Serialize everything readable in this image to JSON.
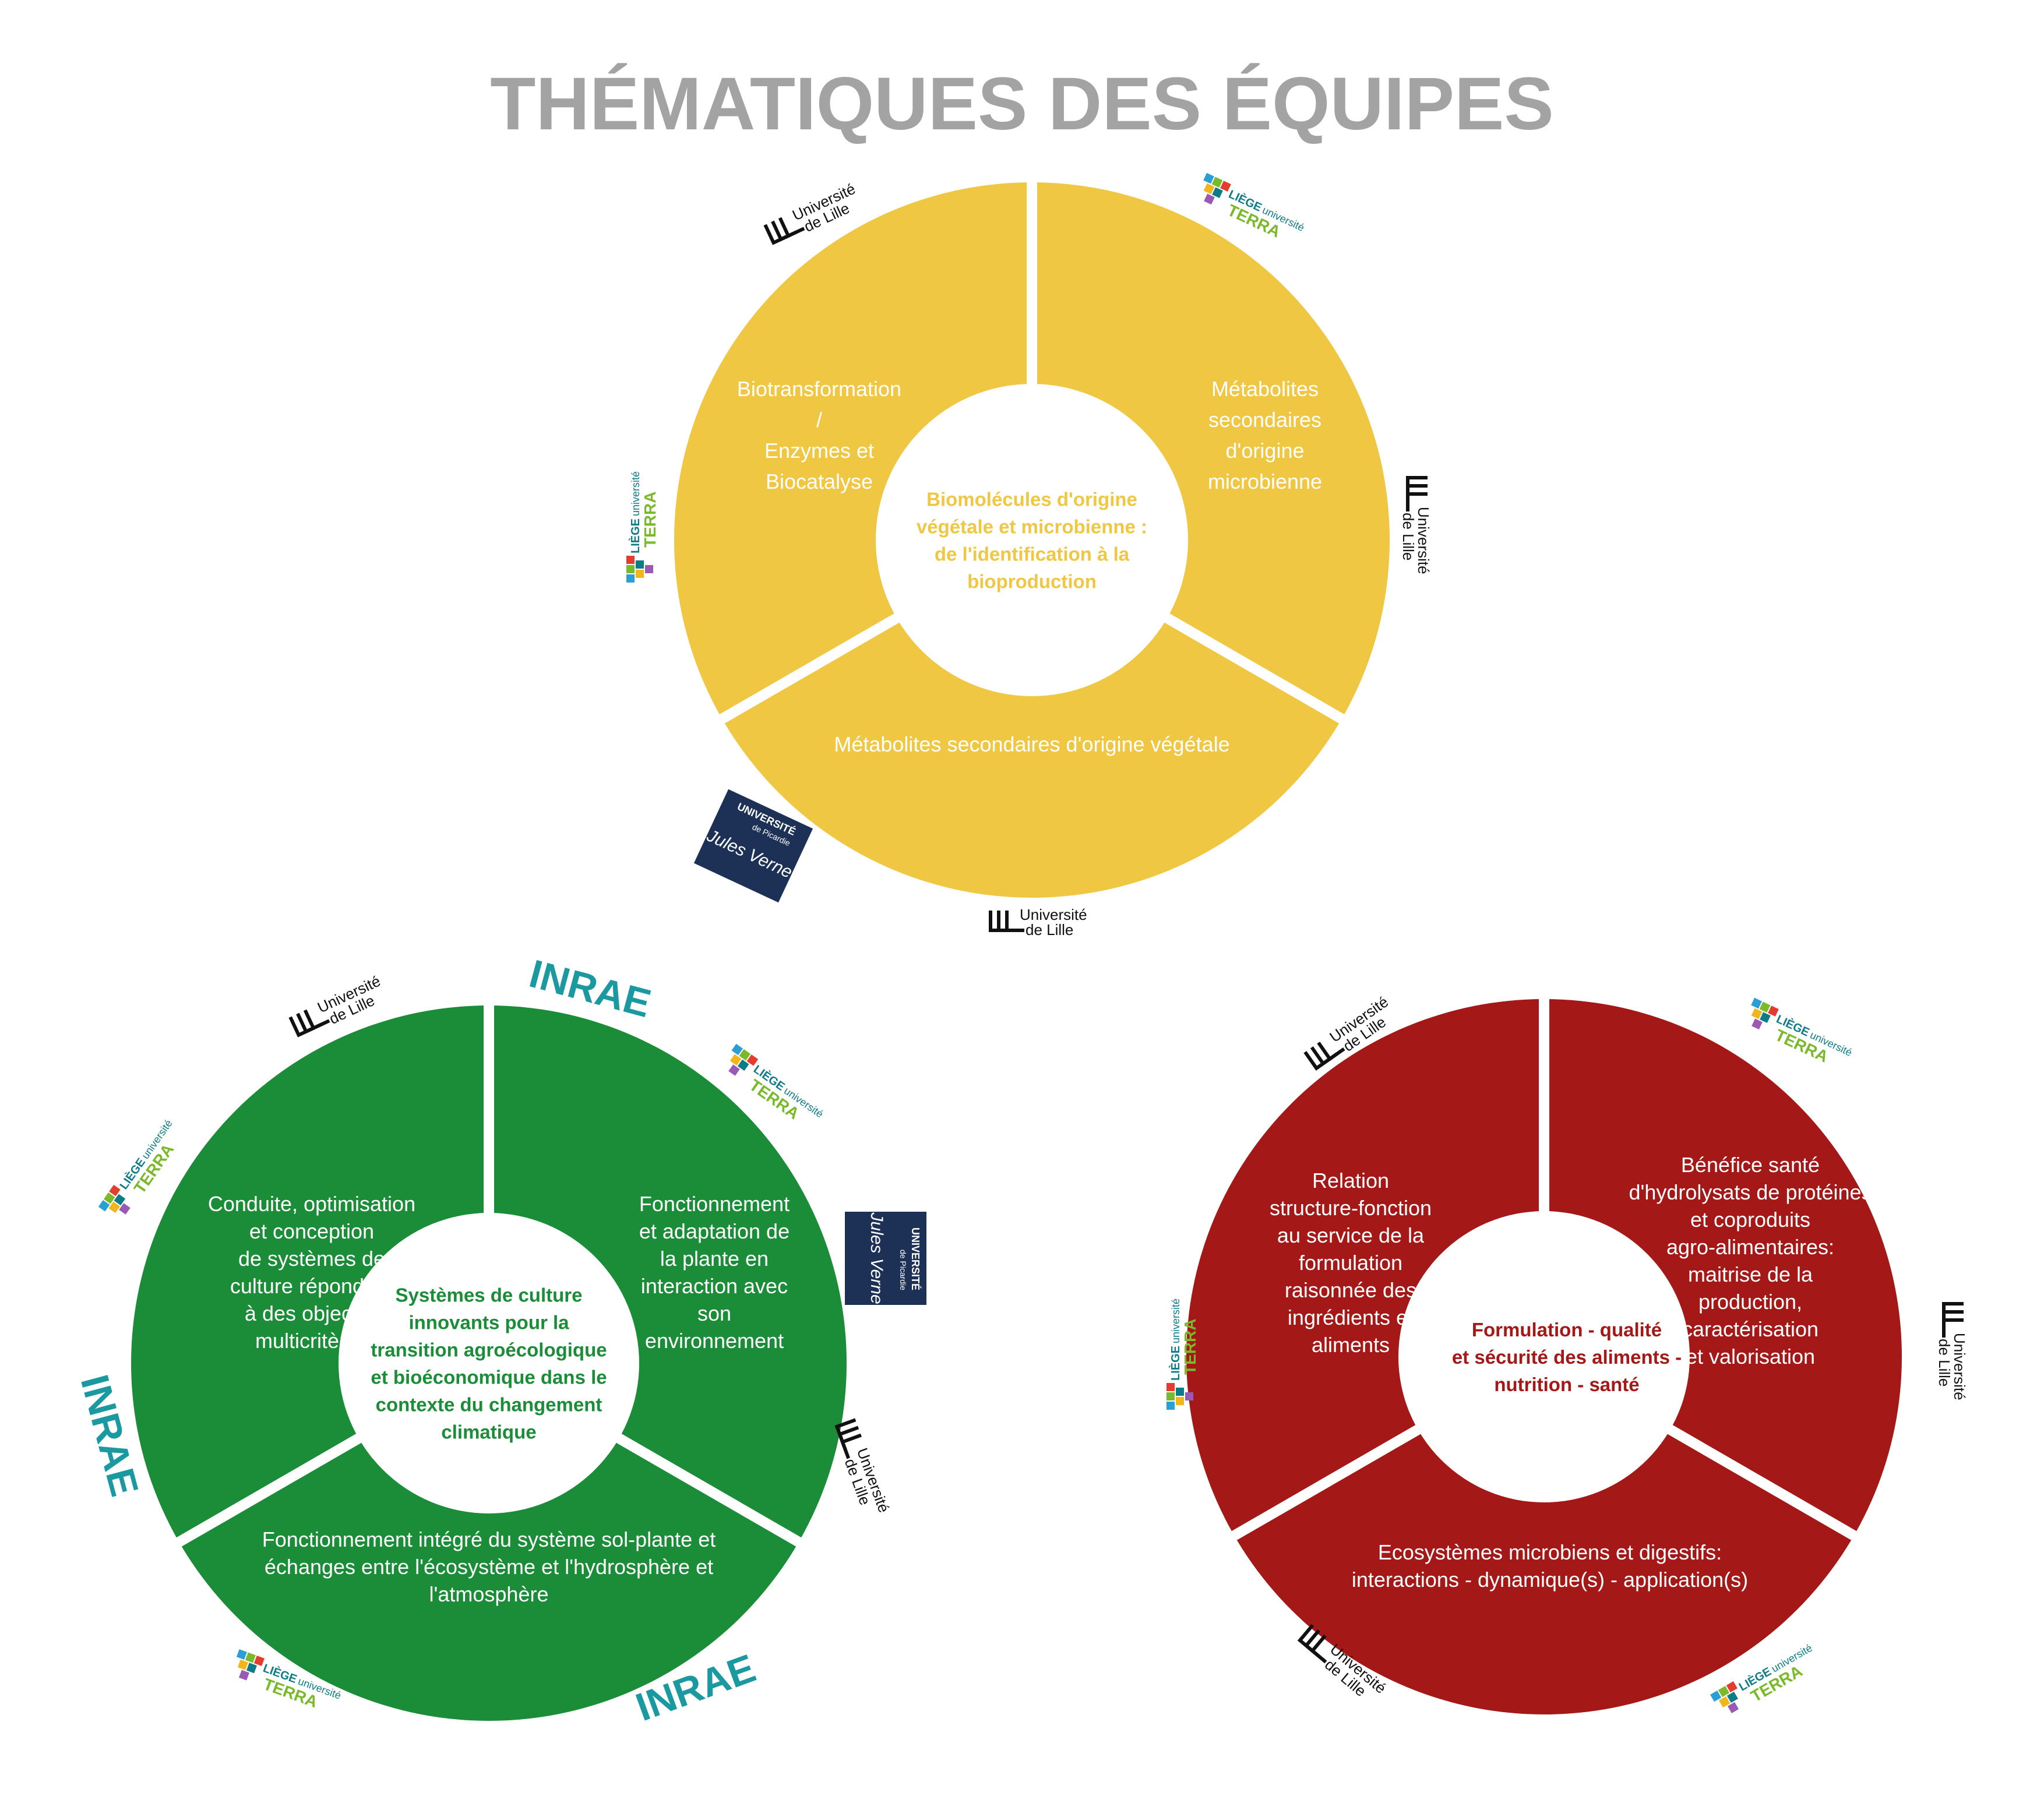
{
  "title": "THÉMATIQUES DES ÉQUIPES",
  "colors": {
    "yellow": "#f0c742",
    "green": "#1b8c38",
    "red": "#a51818",
    "title": "#a3a3a3",
    "inrae": "#1a9aa0",
    "upjv": "#1d3156",
    "liege_teal": "#0e7c86",
    "terra_green": "#7ab929"
  },
  "logos": {
    "lille": {
      "line1": "Université",
      "line2": "de Lille"
    },
    "liege": {
      "liege": "LIÈGE",
      "universite": "université",
      "terra": "TERRA"
    },
    "inrae": {
      "text": "INRAE"
    },
    "upjv": {
      "line1": "UNIVERSITÉ",
      "line2": "de Picardie",
      "signature": "Jules Verne"
    }
  },
  "donuts": [
    {
      "color": "yellow",
      "center": [
        "Biomolécules d'origine",
        "végétale et microbienne :",
        "de l'identification à la",
        "bioproduction"
      ],
      "segments": {
        "left": [
          "Biotransformation",
          "/",
          "Enzymes et",
          "Biocatalyse"
        ],
        "right": [
          "Métabolites",
          "secondaires",
          "d'origine",
          "microbienne"
        ],
        "bottom": [
          "Métabolites secondaires d'origine végétale"
        ]
      }
    },
    {
      "color": "green",
      "center": [
        "Systèmes de culture",
        "innovants pour la",
        "transition agroécologique",
        "et bioéconomique dans le",
        "contexte du changement",
        "climatique"
      ],
      "segments": {
        "left": [
          "Conduite, optimisation",
          "et conception",
          "de systèmes de",
          "culture répondant",
          "à des objectifs",
          "multicritères"
        ],
        "right": [
          "Fonctionnement",
          "et adaptation de",
          "la plante en",
          "interaction avec",
          "son",
          "environnement"
        ],
        "bottom": [
          "Fonctionnement intégré du système sol-plante et",
          "échanges entre l'écosystème et l'hydrosphère et",
          "l'atmosphère"
        ]
      }
    },
    {
      "color": "red",
      "center": [
        "Formulation - qualité",
        "et sécurité des aliments -",
        "nutrition - santé"
      ],
      "segments": {
        "left": [
          "Relation",
          "structure-fonction",
          "au service de la",
          "formulation",
          "raisonnée des",
          "ingrédients et",
          "aliments"
        ],
        "right": [
          "Bénéfice santé",
          "d'hydrolysats de protéines",
          "et coproduits",
          "agro-alimentaires:",
          "maitrise de la",
          "production,",
          "caractérisation",
          "et valorisation"
        ],
        "bottom": [
          "Ecosystèmes microbiens et digestifs:",
          "interactions - dynamique(s) - application(s)"
        ]
      }
    }
  ]
}
